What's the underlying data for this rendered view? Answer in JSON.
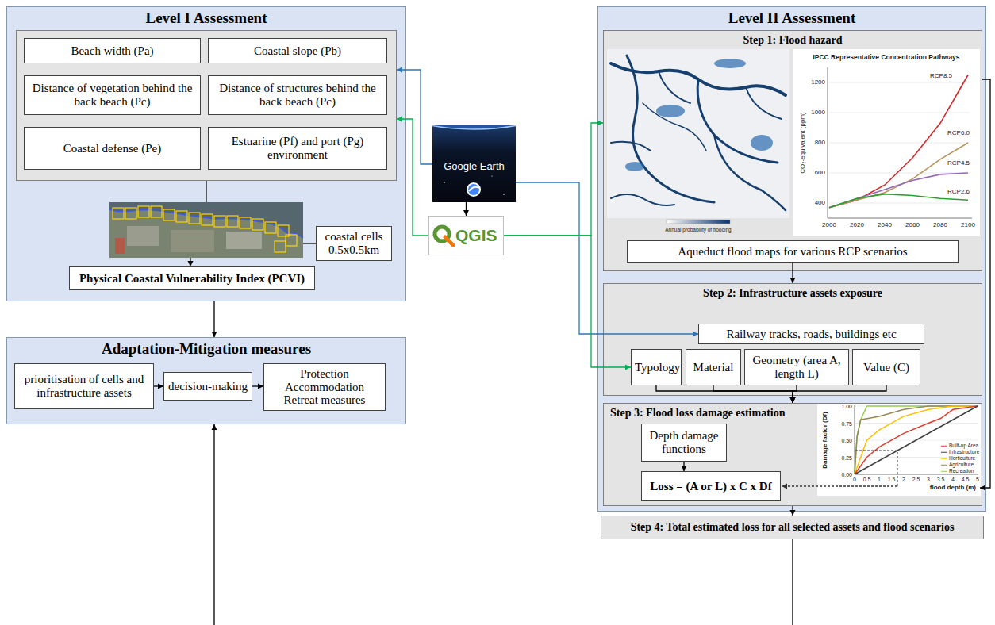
{
  "diagram": {
    "nodes": [
      {
        "text": [
          "Level I Assessment"
        ]
      },
      {
        "text": [],
        "in": 0
      },
      {
        "text": [
          "Beach width (Pa)"
        ],
        "in": 1
      },
      {
        "text": [
          "Coastal slope (Pb)"
        ],
        "in": 1
      },
      {
        "text": [
          "Distance of vegetation behind the back beach (Pc)"
        ],
        "in": 1
      },
      {
        "text": [
          "Distance of structures behind the back beach (Pc)"
        ],
        "in": 1
      },
      {
        "text": [
          "Coastal defense (Pe)"
        ],
        "in": 1
      },
      {
        "text": [
          "Estuarine (Pf) and port (Pg) environment"
        ],
        "in": 1
      },
      {
        "text": [
          "coastal cells 0.5x0.5km"
        ],
        "in": 0
      },
      {
        "text": [
          "Physical Coastal Vulnerability Index (PCVI)"
        ],
        "in": 0
      },
      {
        "text": [
          "Google Earth"
        ]
      },
      {
        "text": [
          "QGIS"
        ]
      },
      {
        "text": [
          "Level II Assessment"
        ]
      },
      {
        "text": [
          "Step 1: Flood hazard"
        ],
        "in": 12
      },
      {
        "text": [
          "Aqueduct flood maps for various RCP scenarios"
        ],
        "in": 13
      },
      {
        "text": [
          "Step 2: Infrastructure assets exposure"
        ],
        "in": 12
      },
      {
        "text": [
          "Railway tracks, roads, buildings etc"
        ],
        "in": 15
      },
      {
        "text": [
          "Typology"
        ],
        "in": 15
      },
      {
        "text": [
          "Material"
        ],
        "in": 15
      },
      {
        "text": [
          "Geometry (area A, length L)"
        ],
        "in": 15
      },
      {
        "text": [
          "Value (C)"
        ],
        "in": 15
      },
      {
        "text": [
          "Step 3: Flood loss damage estimation"
        ],
        "in": 12
      },
      {
        "text": [
          "Depth damage functions"
        ],
        "in": 21
      },
      {
        "text": [
          "Loss = (A or L) x C x Df"
        ],
        "in": 21
      },
      {
        "text": [
          "Step 4: Total estimated loss for all selected assets and flood scenarios"
        ]
      },
      {
        "text": [
          "Adaptation-Mitigation measures"
        ]
      },
      {
        "text": [
          "prioritisation of cells and infrastructure assets"
        ],
        "in": 25
      },
      {
        "text": [
          "decision-making"
        ],
        "in": 25
      },
      {
        "text": [
          "Protection Accommodation Retreat measures"
        ],
        "in": 25
      }
    ],
    "edges": [
      {
        "from": 0,
        "to": 25,
        "arrow": "to"
      },
      {
        "from": 10,
        "to": 1,
        "arrow": "to"
      },
      {
        "from": 11,
        "to": 1,
        "arrow": "to"
      },
      {
        "from": 10,
        "to": 11,
        "arrow": "to"
      },
      {
        "from": 11,
        "to": 13,
        "arrow": "to"
      },
      {
        "from": 10,
        "to": 16,
        "arrow": "to"
      },
      {
        "from": 11,
        "to": 17,
        "arrow": "to"
      },
      {
        "from": 14,
        "to": 15,
        "arrow": "to"
      },
      {
        "from": 17,
        "to": 21,
        "arrow": "to"
      },
      {
        "from": 18,
        "to": 21,
        "arrow": "to"
      },
      {
        "from": 19,
        "to": 21,
        "arrow": "to"
      },
      {
        "from": 20,
        "to": 21,
        "arrow": "to"
      },
      {
        "from": 22,
        "to": 23,
        "arrow": "to"
      },
      {
        "from": 21,
        "to": 24,
        "arrow": "to"
      },
      {
        "from": 26,
        "to": 27,
        "arrow": "to"
      },
      {
        "from": 27,
        "to": 28,
        "arrow": "to"
      }
    ],
    "labels": [
      "IPCC Representative Concentration Pathways",
      "1200",
      "1000",
      "800",
      "600",
      "400",
      "2000",
      "2020",
      "2040",
      "2060",
      "2080",
      "2100",
      "CO₂-equivalent (ppm)",
      "RCP8.5",
      "RCP6.0",
      "RCP4.5",
      "RCP2.6",
      "Annual probability of flooding",
      "Damage factor (Df)",
      "1.00",
      "0.75",
      "0.50",
      "0.25",
      "0.00",
      "0",
      "0.5",
      "1",
      "1.5",
      "2",
      "2.5",
      "3",
      "3.5",
      "4",
      "4.5",
      "5",
      "flood depth (m)"
    ],
    "legend": [
      {
        "text": "Built-up Area"
      },
      {
        "text": "Infrastructure"
      },
      {
        "text": "Horticulture"
      },
      {
        "text": "Agriculture"
      },
      {
        "text": "Recreation"
      }
    ]
  }
}
